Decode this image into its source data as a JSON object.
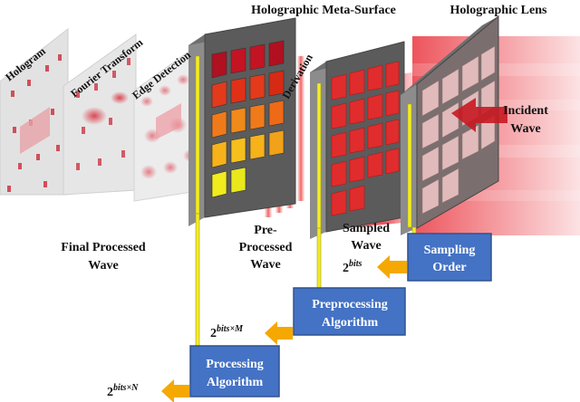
{
  "labels": {
    "meta_surface": "Holographic Meta-Surface",
    "lens": "Holographic Lens",
    "hologram": "Hologram",
    "fourier": "Fourier Transform",
    "edge": "Edge Detection",
    "derivation": "Derivation",
    "incident_1": "Incident",
    "incident_2": "Wave",
    "final_1": "Final Processed",
    "final_2": "Wave",
    "pre_1": "Pre-",
    "pre_2": "Processed",
    "pre_3": "Wave",
    "sampled_1": "Sampled",
    "sampled_2": "Wave"
  },
  "boxes": {
    "sampling_1": "Sampling",
    "sampling_2": "Order",
    "preproc_1": "Preprocessing",
    "preproc_2": "Algorithm",
    "proc_1": "Processing",
    "proc_2": "Algorithm"
  },
  "outputs": {
    "bits_base": "2",
    "bits_exp": "bits",
    "bits_m_exp": "bits×M",
    "bits_n_exp": "bits×N"
  },
  "colors": {
    "box_fill": "#4472c4",
    "box_stroke": "#2f528f",
    "arrow": "#f5a800",
    "wire": "#f2ec2a",
    "frame": "#7f7f7f",
    "wave_red": "#e8202a"
  }
}
